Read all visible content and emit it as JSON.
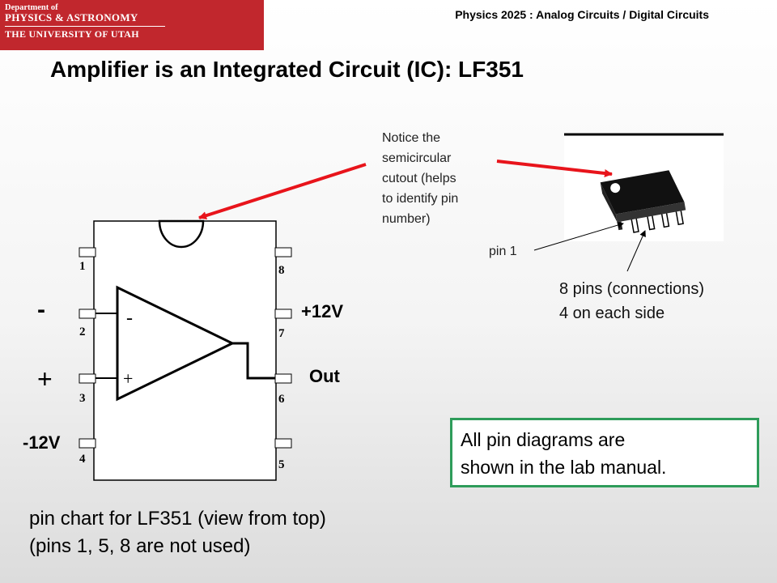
{
  "logo": {
    "line1": "Department of",
    "line2": "PHYSICS & ASTRONOMY",
    "line3": "THE UNIVERSITY OF UTAH"
  },
  "header": {
    "course_title": "Physics 2025 : Analog Circuits / Digital Circuits"
  },
  "slide": {
    "title": "Amplifier is an Integrated Circuit (IC): LF351"
  },
  "diagram": {
    "pin_numbers": [
      "1",
      "2",
      "3",
      "4",
      "5",
      "6",
      "7",
      "8"
    ],
    "opamp_minus": "-",
    "opamp_plus": "+",
    "label_minus": "-",
    "label_plus": "+",
    "label_pos_supply": "+12V",
    "label_out": "Out",
    "label_neg_supply": "-12V"
  },
  "notes": {
    "notice_lines": [
      "Notice the",
      "semicircular",
      "cutout (helps",
      "to identify pin",
      "number)"
    ],
    "pin1": "pin 1",
    "pins_line1": "8 pins (connections)",
    "pins_line2": "4 on each side",
    "box_line1": "All pin diagrams are",
    "box_line2": "shown in the lab manual.",
    "chart_line1": "pin chart for LF351 (view from top)",
    "chart_line2": "(pins 1, 5, 8 are not used)"
  },
  "colors": {
    "logo_red": "#c1272d",
    "arrow_red": "#e8141b",
    "box_green": "#2e9c5a"
  }
}
